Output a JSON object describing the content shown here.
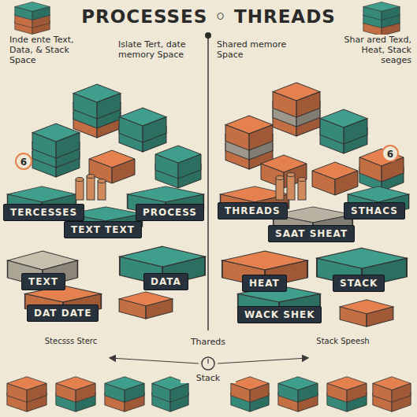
{
  "diagram": {
    "title": "PROCESSES ◦ THREADS",
    "nodes": [
      {
        "text": [
          "TERCESSES"
        ]
      },
      {
        "text": [
          "TEXT TEXT"
        ]
      },
      {
        "text": [
          "PROCESS"
        ]
      },
      {
        "text": [
          "THREADS"
        ]
      },
      {
        "text": [
          "SAAT SHEAT"
        ]
      },
      {
        "text": [
          "STHACS"
        ]
      },
      {
        "text": [
          "TEXT"
        ]
      },
      {
        "text": [
          "DATA"
        ]
      },
      {
        "text": [
          "DAT DATE"
        ]
      },
      {
        "text": [
          "HEAT"
        ]
      },
      {
        "text": [
          "STACK"
        ]
      },
      {
        "text": [
          "WACK SHEK"
        ]
      }
    ],
    "labels": [
      "Inde ente Text, Data, & Stack Space",
      "Islate Tert, date memory Space",
      "Shared memore Space",
      "Shar ared Texd, Heat, Stack seages",
      "6",
      "6",
      "Thareds",
      "Stack",
      "Stecsss Sterc",
      "Stack Speesh"
    ]
  }
}
